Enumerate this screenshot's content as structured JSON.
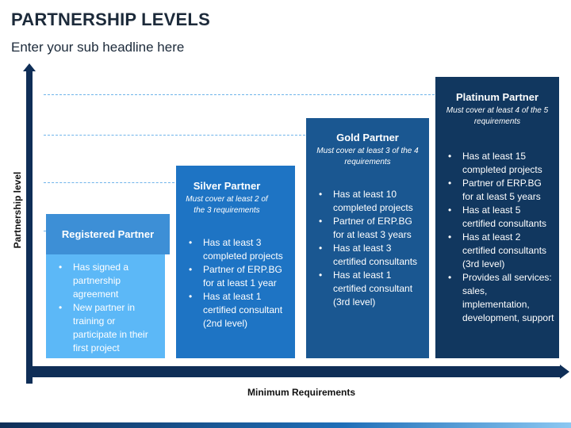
{
  "header": {
    "title": "PARTNERSHIP LEVELS",
    "subtitle": "Enter your sub headline here"
  },
  "chart": {
    "y_axis_label": "Partnership level",
    "x_axis_label": "Minimum Requirements",
    "ticks": [
      "1",
      "2",
      "3",
      "4"
    ],
    "levels": [
      {
        "name": "Registered Partner",
        "note": "",
        "head_color": "#3d8fd6",
        "body_color": "#5cb8f7",
        "items": [
          "Has signed a partnership agreement",
          "New partner in training or participate in their first project"
        ]
      },
      {
        "name": "Silver Partner",
        "note": "Must cover at least 2 of the 3 requirements",
        "head_color": "#1e74c4",
        "body_color": "#1e74c4",
        "items": [
          "Has at least 3 completed projects",
          "Partner of ERP.BG for at least 1 year",
          "Has at least 1 certified consultant (2nd level)"
        ]
      },
      {
        "name": "Gold Partner",
        "note": "Must cover at least 3 of the 4 requirements",
        "head_color": "#1a5791",
        "body_color": "#1a5791",
        "items": [
          "Has at least 10 completed projects",
          "Partner of ERP.BG for at least 3 years",
          "Has at least 3 certified consultants",
          "Has at least 1 certified consultant (3rd level)"
        ]
      },
      {
        "name": "Platinum Partner",
        "note": "Must cover at least 4 of the 5 requirements",
        "head_color": "#11375f",
        "body_color": "#11375f",
        "items": [
          "Has at least 15 completed projects",
          "Partner of ERP.BG for at least 5 years",
          "Has at least 5 certified consultants",
          "Has at least 2 certified consultants (3rd level)",
          "Provides all services: sales, implementation, development, support"
        ]
      }
    ]
  }
}
